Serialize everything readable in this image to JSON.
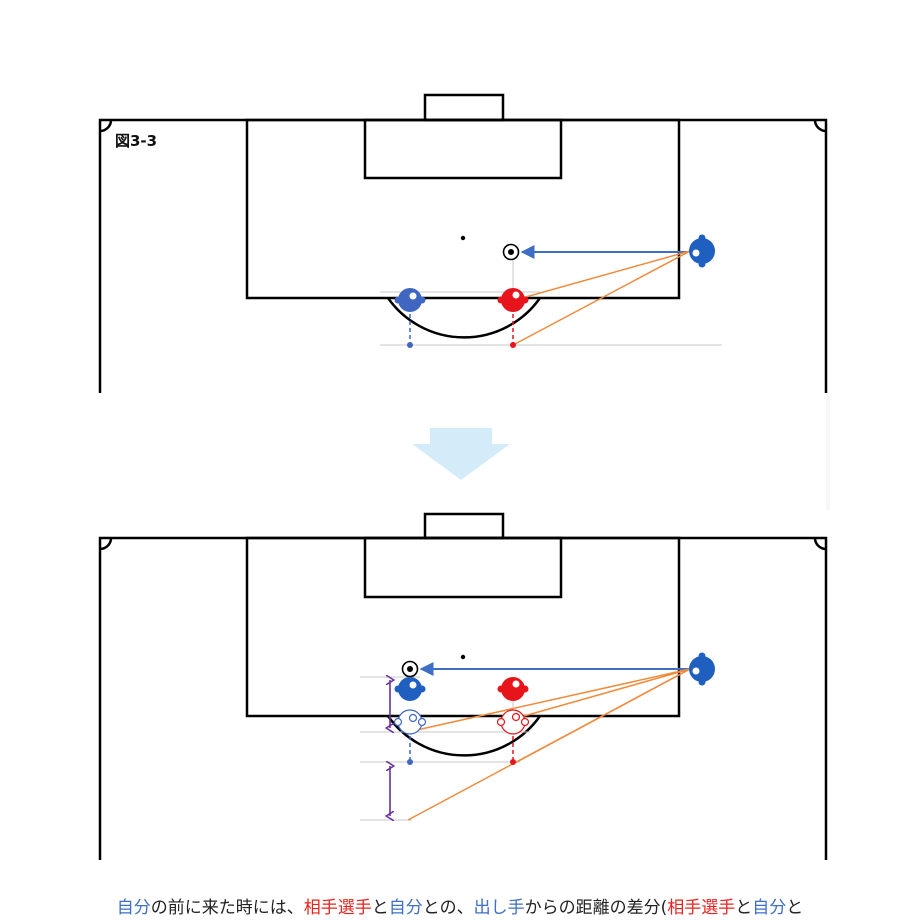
{
  "figure": {
    "label": "図3-3"
  },
  "colors": {
    "team": "#1f5fbf",
    "team_faded": "#3f67c2",
    "opponent": "#e8141b",
    "pass_line": "#3f6fc4",
    "shot_line": "#f08a3c",
    "measure": "#6a2fa0",
    "arrow": "#d4ecfa"
  },
  "caption": {
    "parts": [
      {
        "text": "自分",
        "color": "blue"
      },
      {
        "text": "の前に来た時には、",
        "color": "black"
      },
      {
        "text": "相手選手",
        "color": "red"
      },
      {
        "text": "と",
        "color": "black"
      },
      {
        "text": "自分",
        "color": "blue"
      },
      {
        "text": "との、",
        "color": "black"
      },
      {
        "text": "出し手",
        "color": "blue"
      },
      {
        "text": "からの距離の差分(",
        "color": "black"
      },
      {
        "text": "相手選手",
        "color": "red"
      },
      {
        "text": "と",
        "color": "black"
      },
      {
        "text": "自分",
        "color": "blue"
      },
      {
        "text": "と",
        "color": "black"
      }
    ]
  }
}
